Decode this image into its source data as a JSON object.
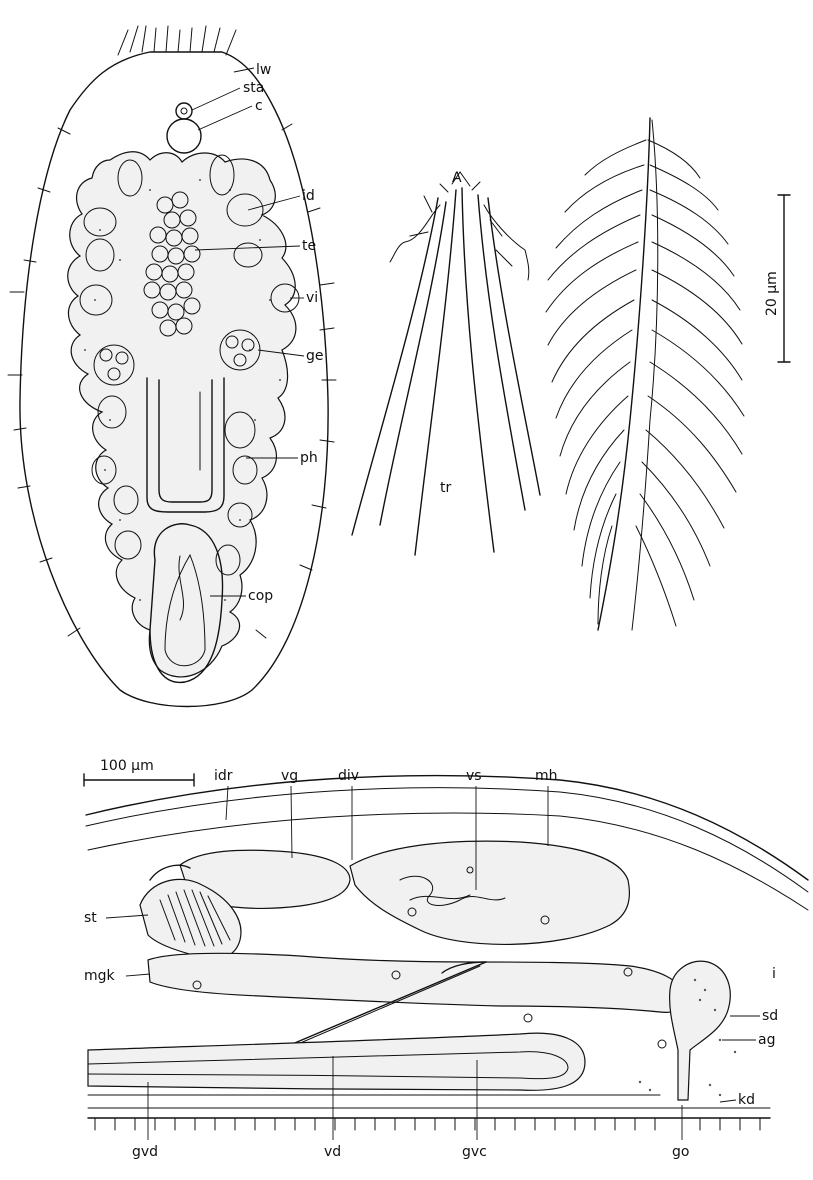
{
  "figure": {
    "top_left_labels": {
      "lw": "lw",
      "sta": "sta",
      "c": "c",
      "id": "id",
      "te": "te",
      "vi": "vi",
      "ge": "ge",
      "ph": "ph",
      "cop": "cop"
    },
    "top_mid_labels": {
      "A": "A",
      "tr": "tr"
    },
    "scale_20": "20 µm",
    "scale_100": "100 µm",
    "bottom_labels": {
      "idr": "idr",
      "vg": "vg",
      "div": "div",
      "vs": "vs",
      "mh": "mh",
      "st": "st",
      "mgk": "mgk",
      "i": "i",
      "sd": "sd",
      "ag": "ag",
      "kd": "kd",
      "gvd": "gvd",
      "vd": "vd",
      "gvc": "gvc",
      "go": "go"
    }
  }
}
